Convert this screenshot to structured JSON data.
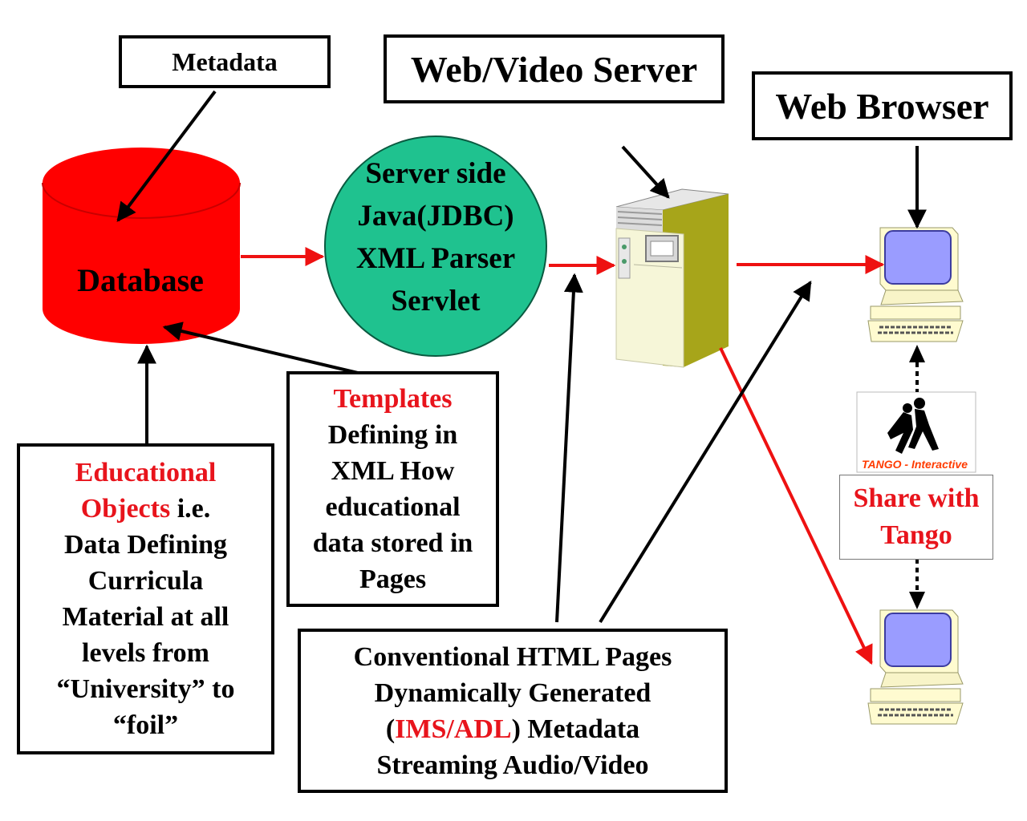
{
  "labels": {
    "metadata": "Metadata",
    "web_video_server": "Web/Video Server",
    "web_browser": "Web Browser",
    "database": "Database"
  },
  "servlet_oval": {
    "lines": [
      "Server side",
      "Java(JDBC)",
      "XML Parser",
      "Servlet"
    ]
  },
  "templates_box": {
    "title": "Templates",
    "lines": [
      "Defining in",
      "XML How",
      "educational",
      "data stored in",
      "Pages"
    ]
  },
  "educational_box": {
    "title_line1": "Educational",
    "title_line2_red": "Objects",
    "title_line2_rest": " i.e.",
    "lines": [
      "Data Defining",
      "Curricula",
      "Material at all",
      "levels from",
      "“University” to",
      "“foil”"
    ]
  },
  "conventional_box": {
    "line1": "Conventional HTML Pages",
    "line2": "Dynamically Generated",
    "line3_open": "(",
    "line3_red": "IMS/ADL",
    "line3_rest": ") Metadata",
    "line4": "Streaming Audio/Video"
  },
  "tango": {
    "logo_text": "TANGO - Interactive",
    "share_line1": "Share with",
    "share_line2": "Tango"
  },
  "colors": {
    "database_red": "#ff0000",
    "oval_teal": "#1fc28f",
    "arrow_red": "#ee1111",
    "highlight_red": "#e8141c",
    "monitor_screen": "#9a9cff",
    "computer_body": "#fffbd0",
    "server_side": "#a7a51a"
  }
}
